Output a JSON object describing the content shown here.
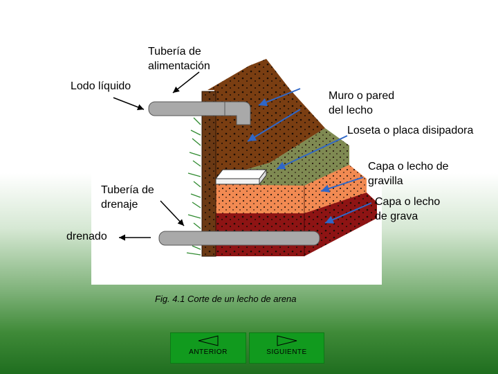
{
  "labels": {
    "tuberia_alimentacion_1": "Tubería de",
    "tuberia_alimentacion_2": "alimentación",
    "lodo_liquido": "Lodo líquido",
    "muro_1": "Muro o pared",
    "muro_2": "del lecho",
    "loseta": "Loseta o placa disipadora",
    "gravilla_1": "Capa o lecho de",
    "gravilla_2": "gravilla",
    "grava_1": "Capa o lecho",
    "grava_2": "de grava",
    "drenaje_1": "Tubería de",
    "drenaje_2": "drenaje",
    "drenado": "drenado"
  },
  "caption": "Fig. 4.1  Corte de un lecho de arena",
  "nav": {
    "prev_label": "ANTERIOR",
    "next_label": "SIGUIENTE"
  },
  "colors": {
    "soil_brown": "#7a3e12",
    "wall": "#6b3914",
    "gravel_olive": "#7f8a52",
    "sand_orange": "#f28a52",
    "grava_red": "#8e1414",
    "pipe_gray": "#a9a9a9",
    "arrow_blue": "#2f67c8",
    "button_green": "#119a1e"
  }
}
